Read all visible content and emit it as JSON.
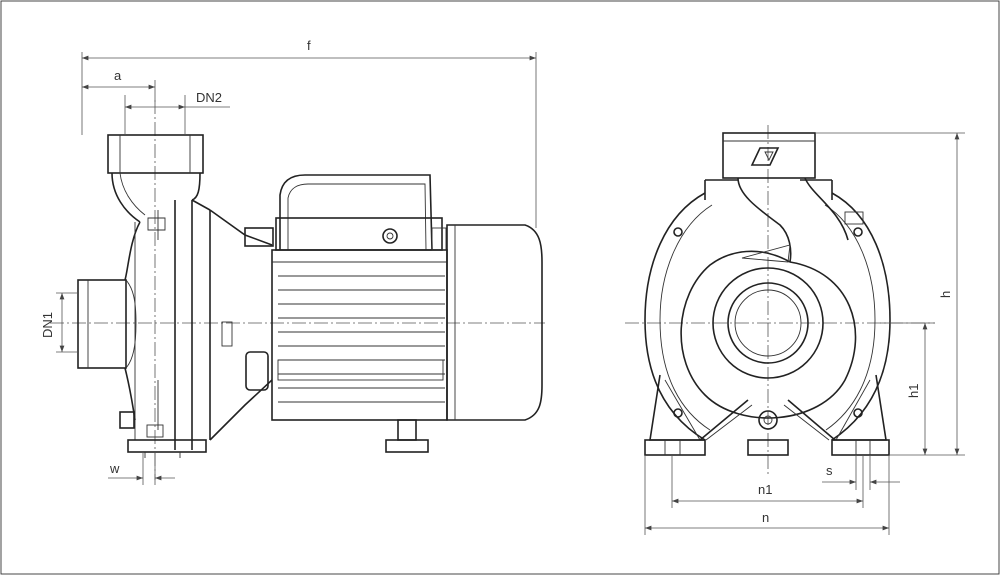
{
  "labels": {
    "f": "f",
    "a": "a",
    "dn2": "DN2",
    "dn1": "DN1",
    "w": "w",
    "h": "h",
    "h1": "h1",
    "s": "s",
    "n1": "n1",
    "n": "n"
  },
  "colors": {
    "line": "#222222",
    "background": "#ffffff"
  }
}
